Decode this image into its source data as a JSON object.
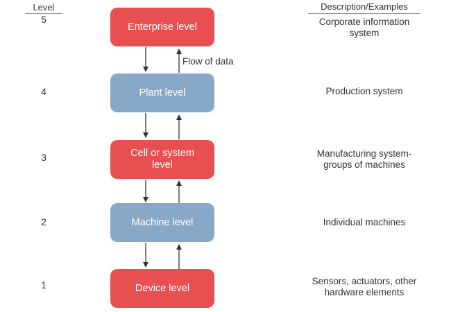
{
  "header": {
    "level_label": "Level",
    "description_label": "Description/Examples"
  },
  "flow_label": "Flow of data",
  "levels": [
    {
      "number": "5",
      "name": "Enterprise level",
      "description": "Corporate information system",
      "color": "#e84f50"
    },
    {
      "number": "4",
      "name": "Plant level",
      "description": "Production system",
      "color": "#88a8c7"
    },
    {
      "number": "3",
      "name": "Cell or system level",
      "description": "Manufacturing system- groups of machines",
      "color": "#e84f50"
    },
    {
      "number": "2",
      "name": "Machine level",
      "description": "Individual machines",
      "color": "#88a8c7"
    },
    {
      "number": "1",
      "name": "Device level",
      "description": "Sensors, actuators, other hardware elements",
      "color": "#e84f50"
    }
  ],
  "colors": {
    "red_box": "#e84f50",
    "blue_box": "#88a8c7",
    "arrow": "#333333"
  }
}
